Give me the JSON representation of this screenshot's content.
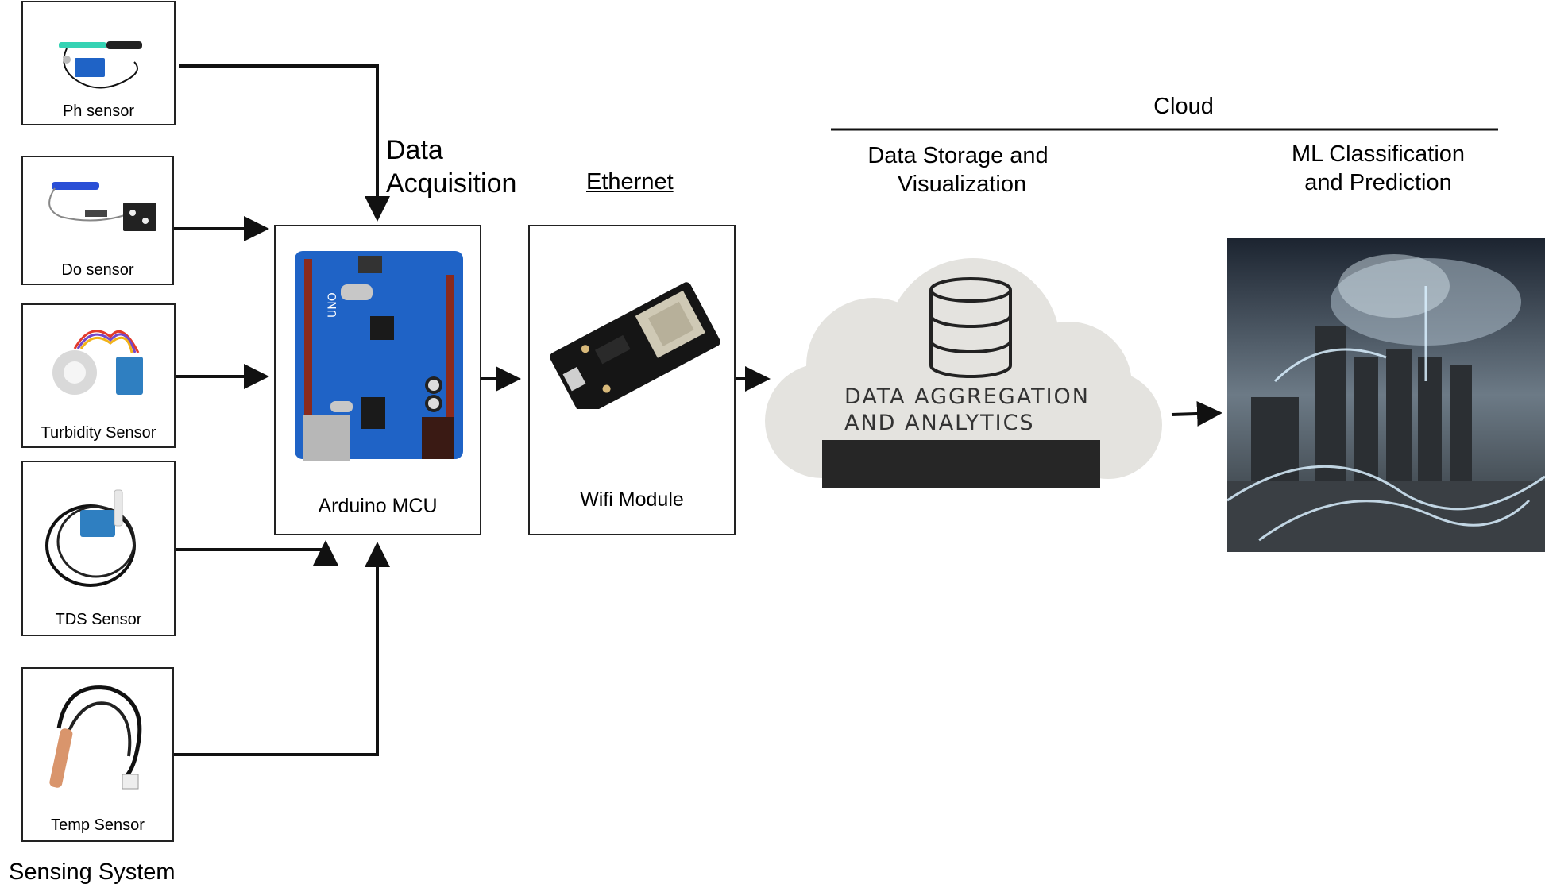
{
  "sensors": {
    "ph": "Ph sensor",
    "do": "Do sensor",
    "turbidity": "Turbidity Sensor",
    "tds": "TDS Sensor",
    "temp": "Temp Sensor"
  },
  "sensing_system": "Sensing System",
  "data_acquisition": [
    "Data",
    "Acquisition"
  ],
  "arduino": {
    "label": "Arduino MCU",
    "board_text": "UNO"
  },
  "ethernet": "Ethernet",
  "wifi": "Wifi Module",
  "cloud": {
    "title": "Cloud",
    "storage": [
      "Data Storage and",
      "Visualization"
    ],
    "ml": [
      "ML Classification",
      "and Prediction"
    ],
    "aggregation": [
      "DATA AGGREGATION",
      "AND ANALYTICS"
    ]
  },
  "colors": {
    "board_blue": "#1f63c6",
    "cloud_gray": "#e4e3df",
    "line": "#111111"
  }
}
